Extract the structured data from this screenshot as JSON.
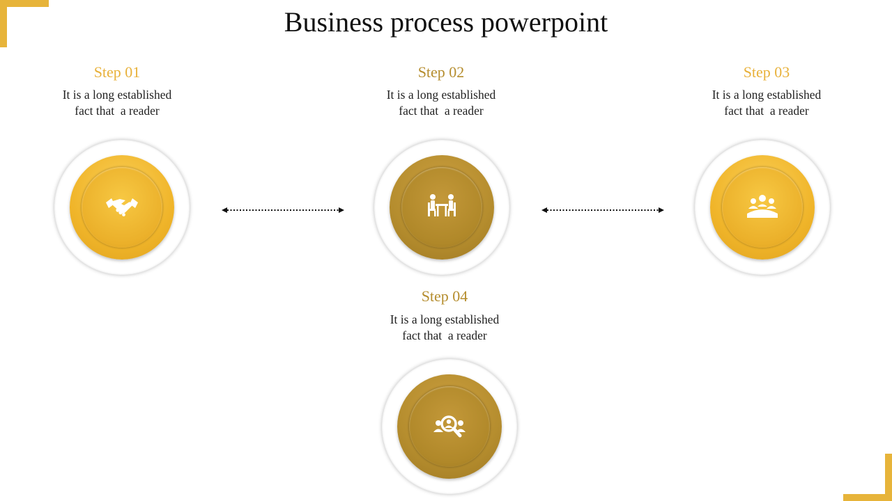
{
  "title": "Business process powerpoint",
  "colors": {
    "accent": "#E7B43A",
    "gold_light": "#F2BC32",
    "gold_dark": "#B48A2C"
  },
  "steps": [
    {
      "label": "Step 01",
      "line1": "It is a long established",
      "line2": "fact that  a reader",
      "icon": "handshake-icon",
      "color": "#E8B13A"
    },
    {
      "label": "Step 02",
      "line1": "It is a long established",
      "line2": "fact that  a reader",
      "icon": "meeting-icon",
      "color": "#B58D2E"
    },
    {
      "label": "Step 03",
      "line1": "It is a long established",
      "line2": "fact that  a reader",
      "icon": "team-icon",
      "color": "#E8B13A"
    },
    {
      "label": "Step 04",
      "line1": "It is a long established",
      "line2": "fact that  a reader",
      "icon": "people-search-icon",
      "color": "#B58D2E"
    }
  ]
}
